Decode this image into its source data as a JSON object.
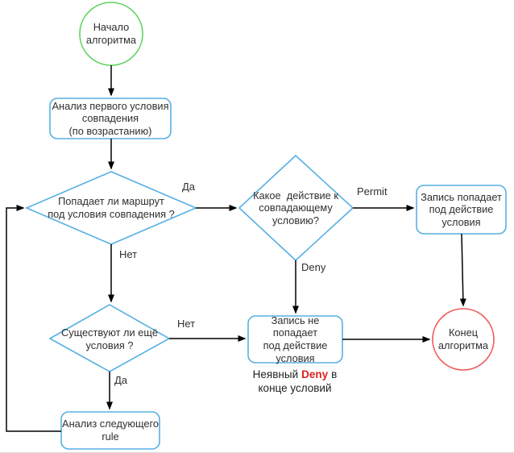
{
  "diagram": {
    "title": "Route-map / ACL matching algorithm flowchart",
    "nodes": {
      "start": {
        "text": "Начало\nалгоритма"
      },
      "analyze_first": {
        "text": "Анализ первого условия\nсовпадения\n(по возрастанию)"
      },
      "route_match": {
        "text": "Попадает ли маршрут\nпод условия совпадения ?"
      },
      "action_question": {
        "text": "Какое  действие к\nсовпадающему\nусловию?"
      },
      "record_matches": {
        "text": "Запись попадает\nпод действие\nусловия"
      },
      "more_conditions": {
        "text": "Существуют ли ещё\nусловия ?"
      },
      "record_not_match": {
        "text": "Запись не попадает\nпод действие\nусловия"
      },
      "end": {
        "text": "Конец\nалгоритма"
      },
      "analyze_next": {
        "text": "Анализ следующего\nrule"
      }
    },
    "edge_labels": {
      "yes1": "Да",
      "no1": "Нет",
      "permit": "Permit",
      "deny": "Deny",
      "no2": "Нет",
      "yes2": "Да"
    },
    "caption": {
      "prefix": "Неявный",
      "highlight": "Deny",
      "suffix": "в",
      "line2": "конце условий"
    },
    "colors": {
      "start_stroke": "#5dd35d",
      "process_stroke": "#56b0e3",
      "end_stroke": "#f15656",
      "caption_highlight": "#e01f1f",
      "line": "#000000",
      "text": "#2f2f2f"
    }
  }
}
